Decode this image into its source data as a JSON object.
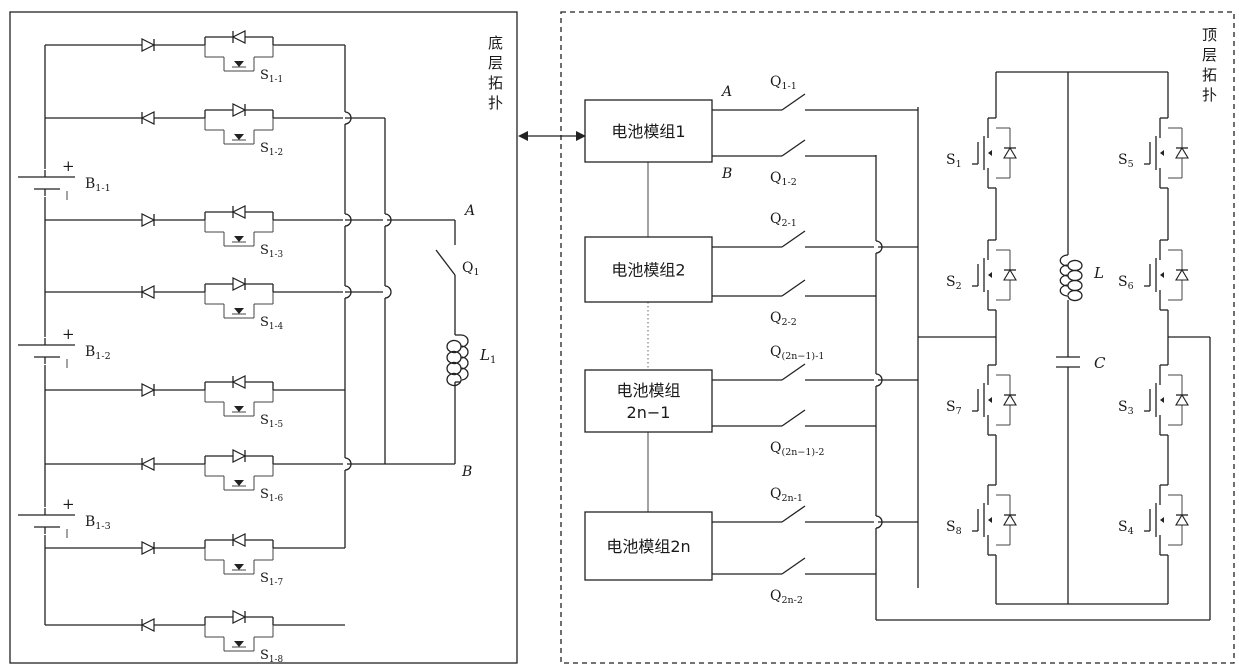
{
  "bottom_panel": {
    "title_chars": [
      "底",
      "层",
      "拓",
      "扑"
    ],
    "switches": [
      {
        "label": "S",
        "sub": "1-1"
      },
      {
        "label": "S",
        "sub": "1-2"
      },
      {
        "label": "S",
        "sub": "1-3"
      },
      {
        "label": "S",
        "sub": "1-4"
      },
      {
        "label": "S",
        "sub": "1-5"
      },
      {
        "label": "S",
        "sub": "1-6"
      },
      {
        "label": "S",
        "sub": "1-7"
      },
      {
        "label": "S",
        "sub": "1-8"
      }
    ],
    "batteries": [
      {
        "label": "B",
        "sub": "1-1"
      },
      {
        "label": "B",
        "sub": "1-2"
      },
      {
        "label": "B",
        "sub": "1-3"
      }
    ],
    "plus_sign": "+",
    "node_a": "A",
    "node_b": "B",
    "switch_q1": {
      "label": "Q",
      "sub": "1"
    },
    "inductor_l1": {
      "label": "L",
      "sub": "1"
    }
  },
  "top_panel": {
    "title_chars": [
      "顶",
      "层",
      "拓",
      "扑"
    ],
    "modules": [
      {
        "lines": [
          "电池模组1"
        ]
      },
      {
        "lines": [
          "电池模组2"
        ]
      },
      {
        "lines": [
          "电池模组",
          "2n−1"
        ]
      },
      {
        "lines": [
          "电池模组2n"
        ]
      }
    ],
    "node_a": "A",
    "node_b": "B",
    "switches": [
      {
        "label": "Q",
        "sub": "1-1"
      },
      {
        "label": "Q",
        "sub": "1-2"
      },
      {
        "label": "Q",
        "sub": "2-1"
      },
      {
        "label": "Q",
        "sub": "2-2"
      },
      {
        "label": "Q",
        "sub": "(2n−1)-1"
      },
      {
        "label": "Q",
        "sub": "(2n−1)-2"
      },
      {
        "label": "Q",
        "sub": "2n-1"
      },
      {
        "label": "Q",
        "sub": "2n-2"
      }
    ],
    "mosfets": [
      {
        "label": "S",
        "sub": "1"
      },
      {
        "label": "S",
        "sub": "2"
      },
      {
        "label": "S",
        "sub": "7"
      },
      {
        "label": "S",
        "sub": "8"
      },
      {
        "label": "S",
        "sub": "5"
      },
      {
        "label": "S",
        "sub": "6"
      },
      {
        "label": "S",
        "sub": "3"
      },
      {
        "label": "S",
        "sub": "4"
      }
    ],
    "inductor": "L",
    "capacitor": "C"
  }
}
